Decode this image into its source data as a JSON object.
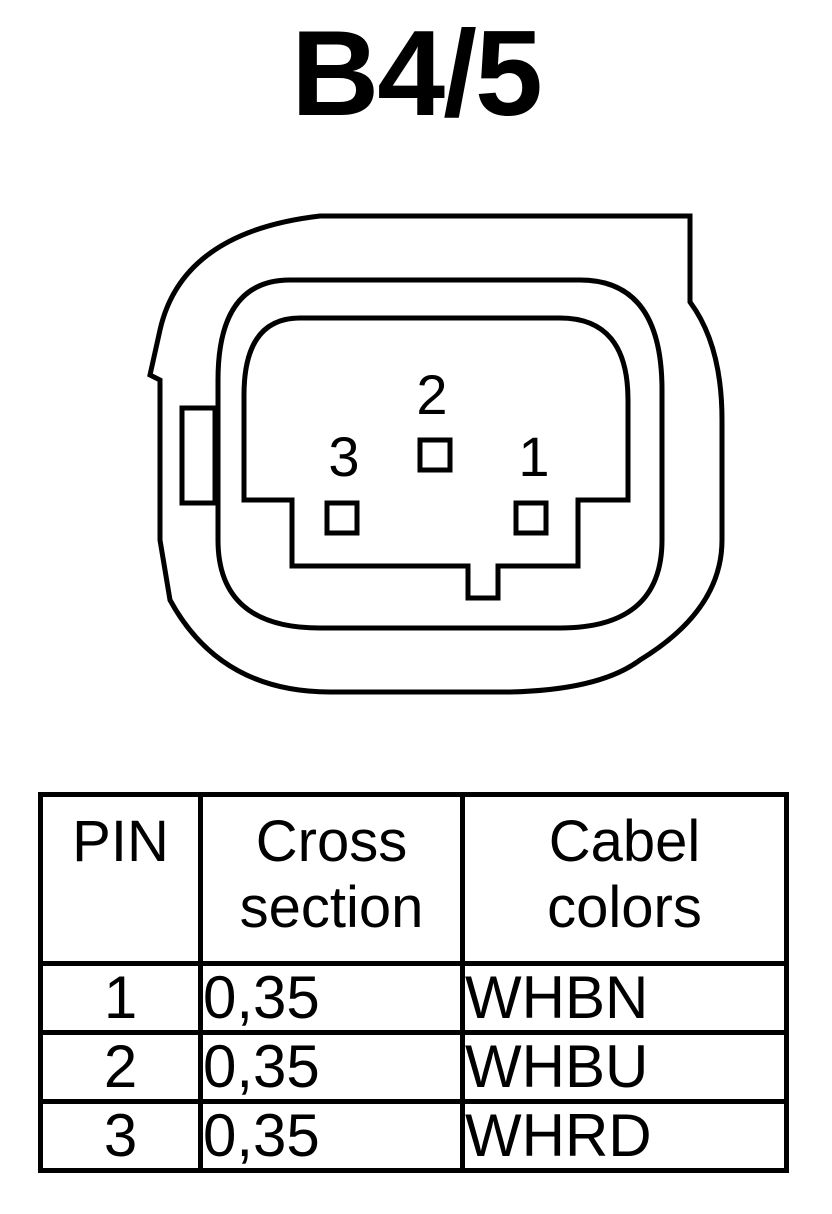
{
  "title": "B4/5",
  "connector": {
    "pins": [
      {
        "number": "1"
      },
      {
        "number": "2"
      },
      {
        "number": "3"
      }
    ]
  },
  "table": {
    "headers": [
      {
        "lines": [
          "PIN"
        ]
      },
      {
        "lines": [
          "Cross",
          "section"
        ]
      },
      {
        "lines": [
          "Cabel",
          "colors"
        ]
      }
    ],
    "rows": [
      {
        "pin": "1",
        "cross_section": "0,35",
        "color": "WHBN"
      },
      {
        "pin": "2",
        "cross_section": "0,35",
        "color": "WHBU"
      },
      {
        "pin": "3",
        "cross_section": "0,35",
        "color": "WHRD"
      }
    ]
  }
}
